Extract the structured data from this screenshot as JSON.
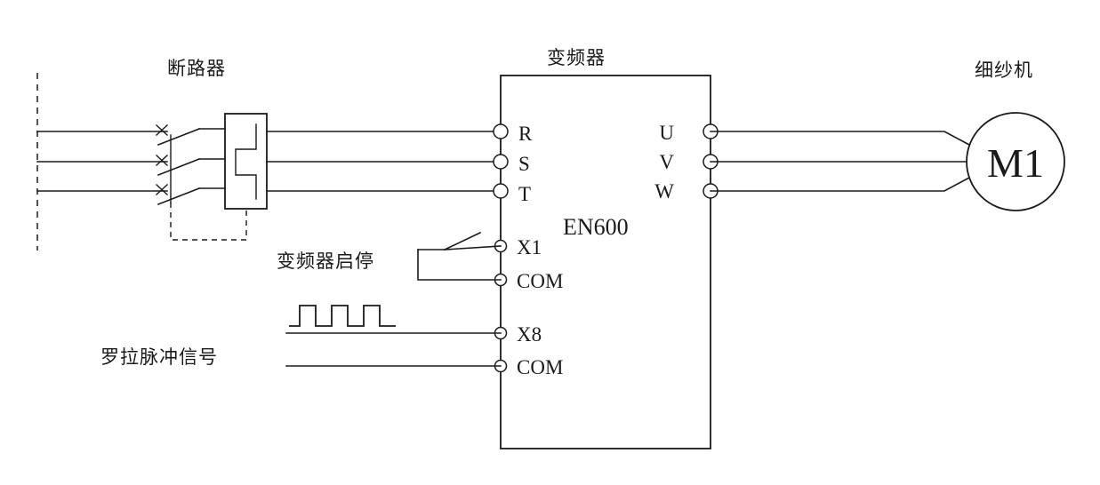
{
  "diagram": {
    "title_labels": {
      "breaker": "断路器",
      "inverter": "变频器",
      "motor": "细纱机"
    },
    "inverter": {
      "model": "EN600",
      "input_terminals": [
        "R",
        "S",
        "T"
      ],
      "output_terminals": [
        "U",
        "V",
        "W"
      ],
      "control_terminals": [
        "X1",
        "COM",
        "X8",
        "COM"
      ]
    },
    "motor": {
      "designation": "M1"
    },
    "signal_labels": {
      "start_stop": "变频器启停",
      "roller_pulse": "罗拉脉冲信号"
    },
    "colors": {
      "line": "#1a1a1a",
      "background": "#ffffff"
    }
  }
}
